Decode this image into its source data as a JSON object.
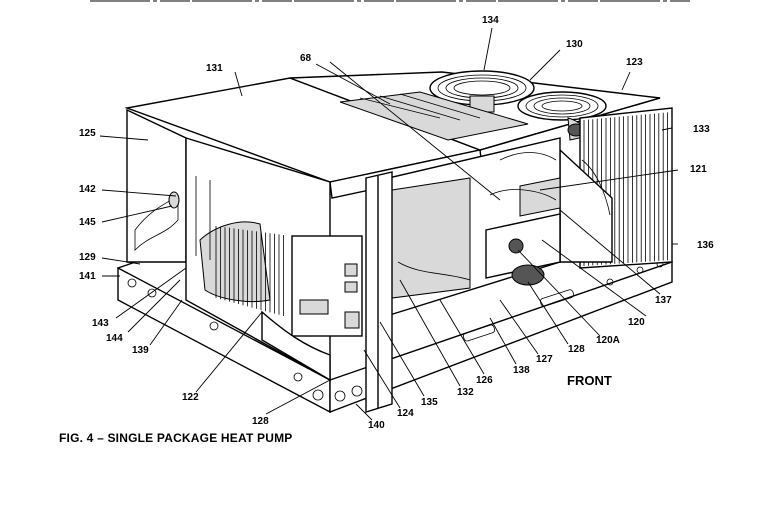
{
  "figure": {
    "caption": "FIG. 4 – SINGLE PACKAGE HEAT PUMP",
    "front_label": "FRONT"
  },
  "callouts": [
    {
      "id": "c131",
      "text": "131"
    },
    {
      "id": "c68",
      "text": "68"
    },
    {
      "id": "c134",
      "text": "134"
    },
    {
      "id": "c130",
      "text": "130"
    },
    {
      "id": "c123",
      "text": "123"
    },
    {
      "id": "c133",
      "text": "133"
    },
    {
      "id": "c125",
      "text": "125"
    },
    {
      "id": "c142",
      "text": "142"
    },
    {
      "id": "c145",
      "text": "145"
    },
    {
      "id": "c129",
      "text": "129"
    },
    {
      "id": "c141",
      "text": "141"
    },
    {
      "id": "c143",
      "text": "143"
    },
    {
      "id": "c144",
      "text": "144"
    },
    {
      "id": "c139",
      "text": "139"
    },
    {
      "id": "c122",
      "text": "122"
    },
    {
      "id": "c128",
      "text": "128"
    },
    {
      "id": "c140",
      "text": "140"
    },
    {
      "id": "c124",
      "text": "124"
    },
    {
      "id": "c135",
      "text": "135"
    },
    {
      "id": "c132",
      "text": "132"
    },
    {
      "id": "c126",
      "text": "126"
    },
    {
      "id": "c138",
      "text": "138"
    },
    {
      "id": "c127",
      "text": "127"
    },
    {
      "id": "c128b",
      "text": "128"
    },
    {
      "id": "c120a",
      "text": "120A"
    },
    {
      "id": "c120",
      "text": "120"
    },
    {
      "id": "c137",
      "text": "137"
    },
    {
      "id": "c136",
      "text": "136"
    },
    {
      "id": "c121",
      "text": "121"
    }
  ]
}
